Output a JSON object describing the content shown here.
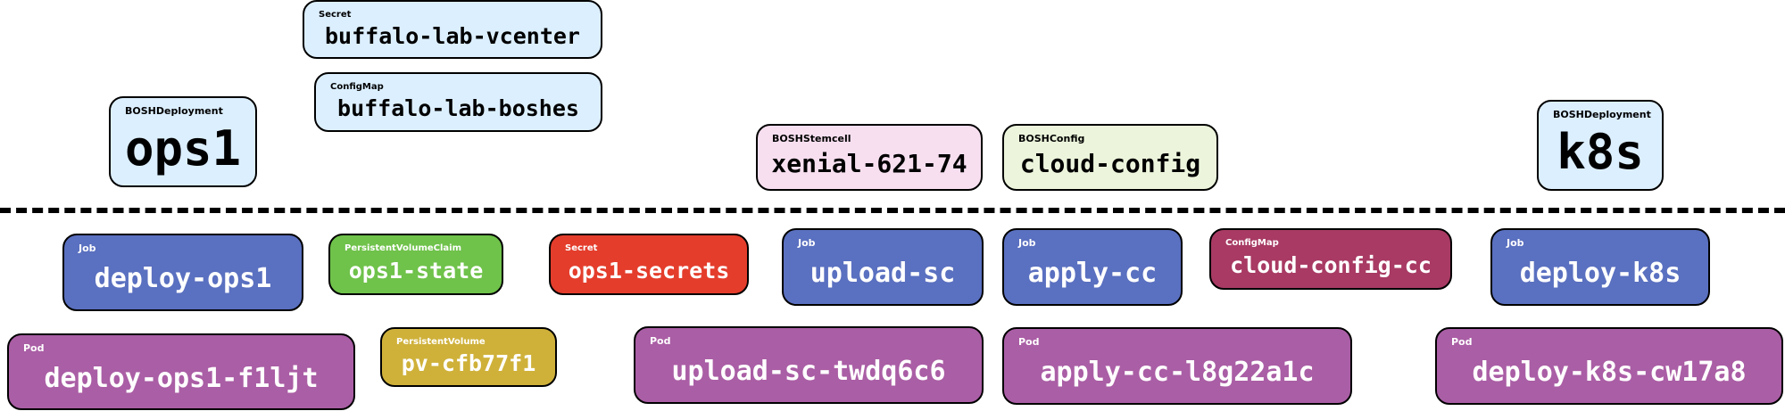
{
  "diagram": {
    "upper_nodes": [
      {
        "id": "ops1-deployment",
        "kind": "BOSHDeployment",
        "label": "ops1",
        "color": "light",
        "size": "xl"
      },
      {
        "id": "secret-vcenter",
        "kind": "Secret",
        "label": "buffalo-lab-vcenter",
        "color": "light",
        "size": "m"
      },
      {
        "id": "configmap-boshes",
        "kind": "ConfigMap",
        "label": "buffalo-lab-boshes",
        "color": "light",
        "size": "m"
      },
      {
        "id": "stemcell",
        "kind": "BOSHStemcell",
        "label": "xenial-621-74",
        "color": "pink",
        "size": "m"
      },
      {
        "id": "boshconfig",
        "kind": "BOSHConfig",
        "label": "cloud-config",
        "color": "green-light",
        "size": "m"
      },
      {
        "id": "k8s-deployment",
        "kind": "BOSHDeployment",
        "label": "k8s",
        "color": "light",
        "size": "xl"
      }
    ],
    "lower_nodes": [
      {
        "id": "job-deploy-ops1",
        "kind": "Job",
        "label": "deploy-ops1",
        "color": "blue"
      },
      {
        "id": "pvc-ops1-state",
        "kind": "PersistentVolumeClaim",
        "label": "ops1-state",
        "color": "green"
      },
      {
        "id": "secret-ops1-secrets",
        "kind": "Secret",
        "label": "ops1-secrets",
        "color": "red"
      },
      {
        "id": "job-upload-sc",
        "kind": "Job",
        "label": "upload-sc",
        "color": "blue"
      },
      {
        "id": "job-apply-cc",
        "kind": "Job",
        "label": "apply-cc",
        "color": "blue"
      },
      {
        "id": "configmap-cloud-config-cc",
        "kind": "ConfigMap",
        "label": "cloud-config-cc",
        "color": "maroon"
      },
      {
        "id": "job-deploy-k8s",
        "kind": "Job",
        "label": "deploy-k8s",
        "color": "blue"
      },
      {
        "id": "pod-deploy-ops1",
        "kind": "Pod",
        "label": "deploy-ops1-f1ljt",
        "color": "purple"
      },
      {
        "id": "pv-cfb77f1",
        "kind": "PersistentVolume",
        "label": "pv-cfb77f1",
        "color": "gold"
      },
      {
        "id": "pod-upload-sc",
        "kind": "Pod",
        "label": "upload-sc-twdq6c6",
        "color": "purple"
      },
      {
        "id": "pod-apply-cc",
        "kind": "Pod",
        "label": "apply-cc-l8g22a1c",
        "color": "purple"
      },
      {
        "id": "pod-deploy-k8s",
        "kind": "Pod",
        "label": "deploy-k8s-cw17a8",
        "color": "purple"
      }
    ]
  },
  "colors": {
    "light": "#dcefff",
    "pink": "#f7dff0",
    "green-light": "#ecf5dc",
    "blue": "#5a70c0",
    "green": "#6fc24a",
    "red": "#e43d2c",
    "maroon": "#a83a63",
    "purple": "#aa5ea5",
    "gold": "#cfb13a",
    "divider": "#000000"
  }
}
